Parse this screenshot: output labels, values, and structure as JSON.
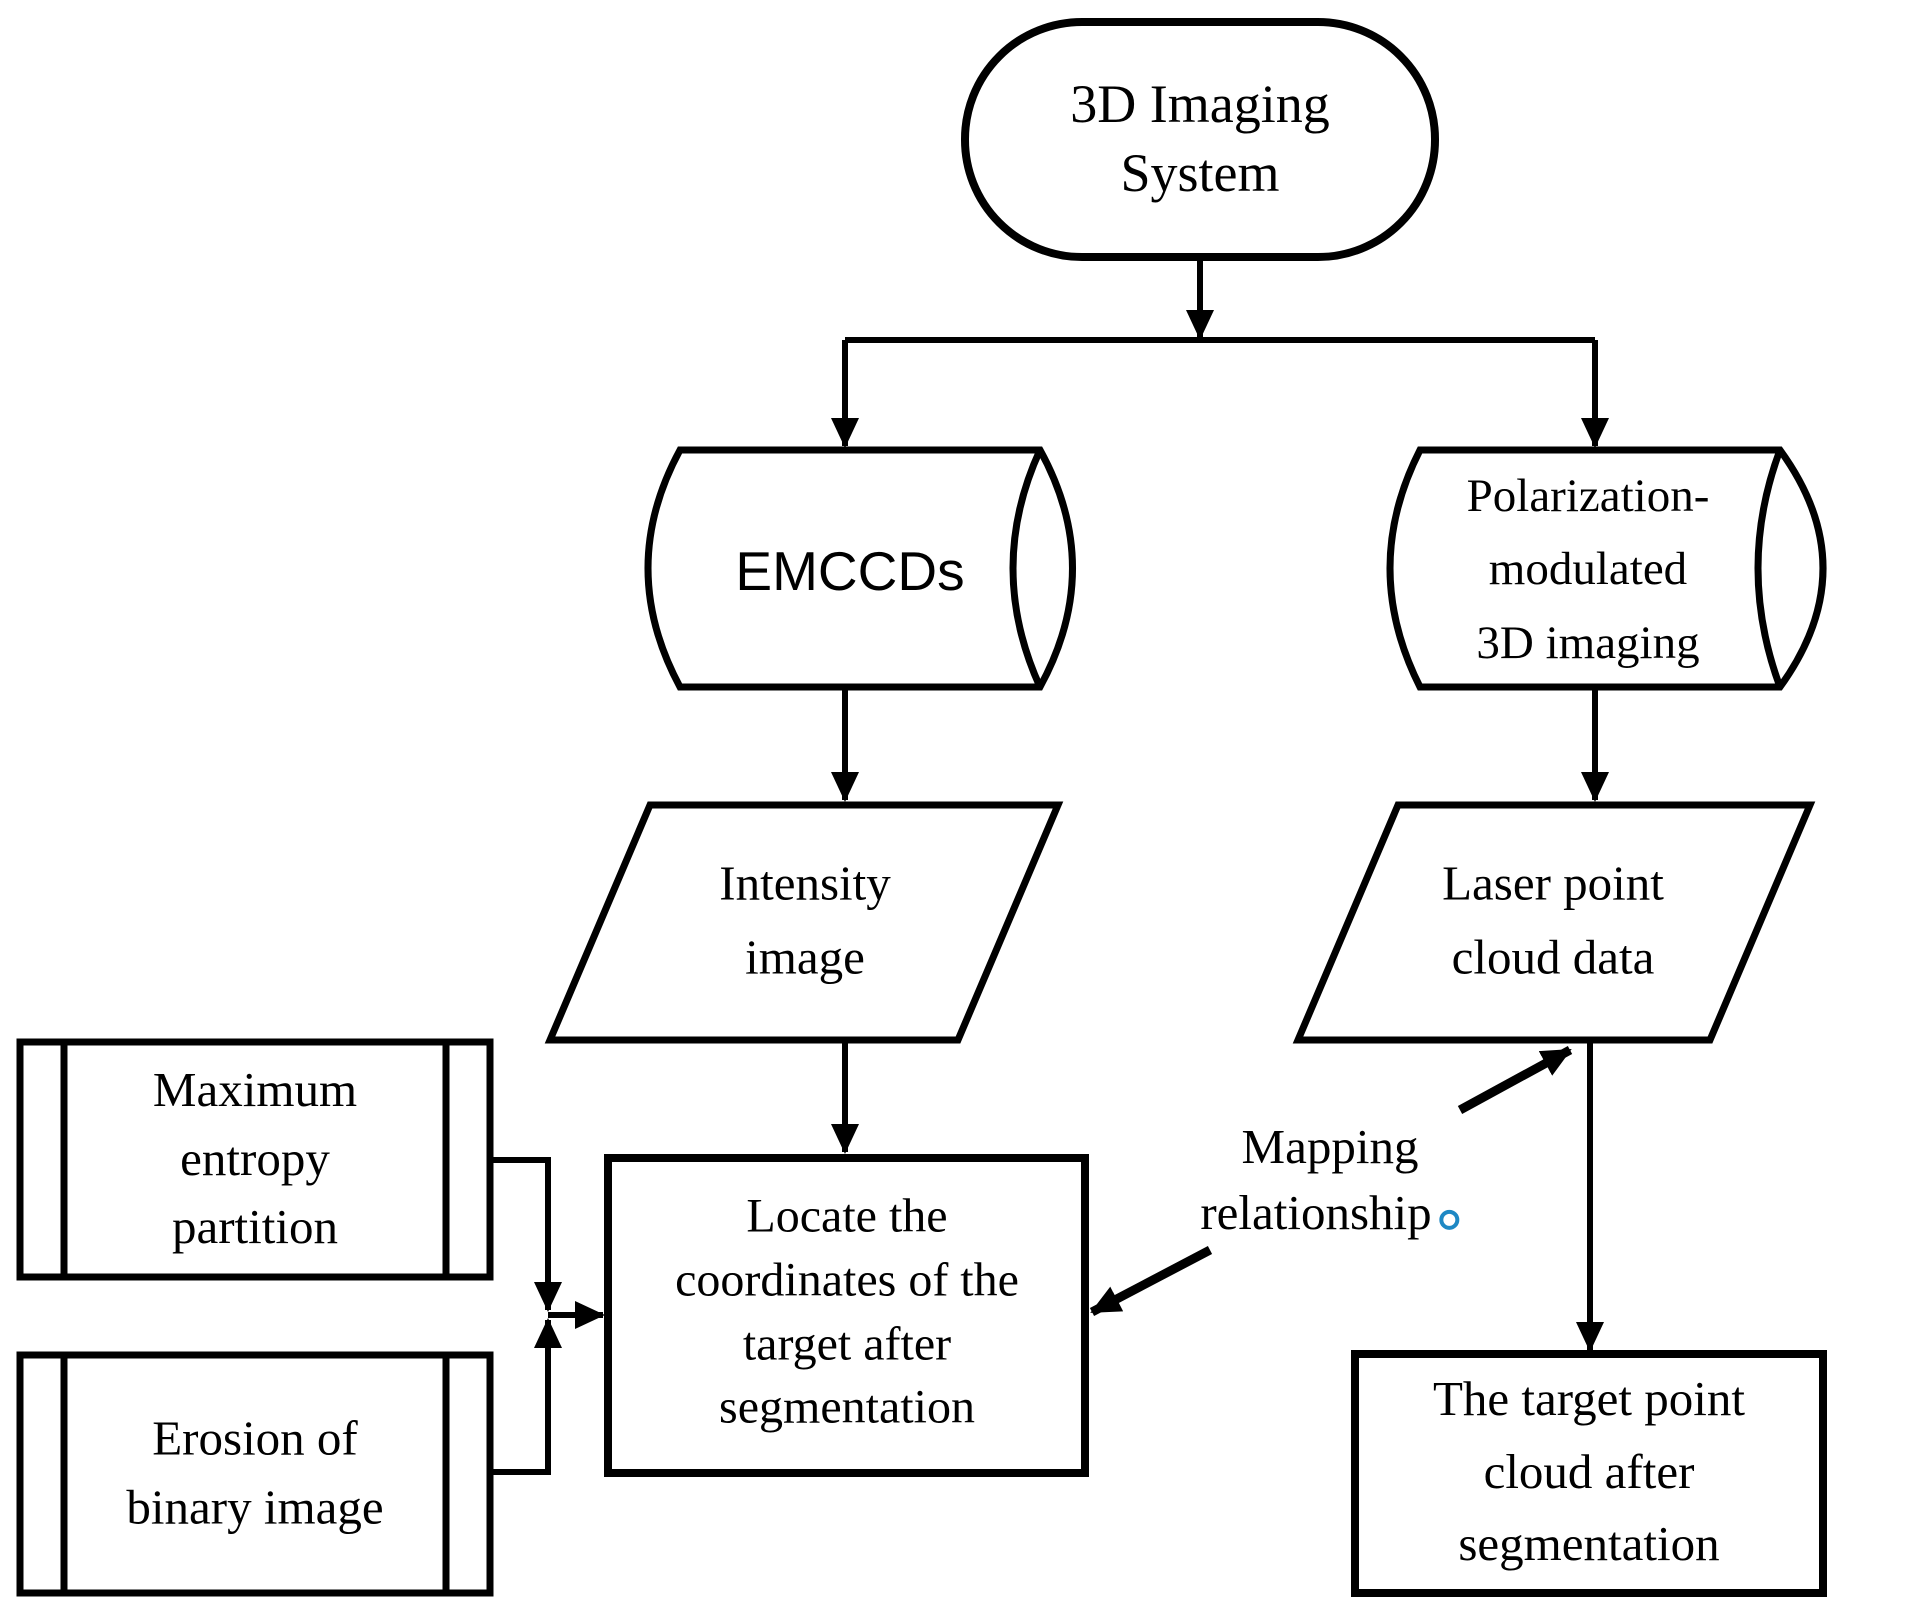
{
  "diagram": {
    "background": "#ffffff",
    "line_color": "#000000",
    "nodes": {
      "system": {
        "label": "3D Imaging\nSystem",
        "shape": "stadium"
      },
      "emccds": {
        "label": "EMCCDs",
        "shape": "horizontal-cylinder"
      },
      "polarization": {
        "label": "Polarization-\nmodulated\n3D imaging",
        "shape": "horizontal-cylinder"
      },
      "intensity": {
        "label": "Intensity\nimage",
        "shape": "parallelogram"
      },
      "laser": {
        "label": "Laser point\ncloud data",
        "shape": "parallelogram"
      },
      "locate": {
        "label": "Locate the\ncoordinates of the\ntarget after\nsegmentation",
        "shape": "rectangle"
      },
      "max_entropy": {
        "label": "Maximum\nentropy\npartition",
        "shape": "predefined-process"
      },
      "erosion": {
        "label": "Erosion of\nbinary image",
        "shape": "predefined-process"
      },
      "target_cloud": {
        "label": "The target point\ncloud after\nsegmentation",
        "shape": "rectangle"
      }
    },
    "annotation": {
      "label": "Mapping\nrelationship",
      "period_symbol": "。",
      "period_color": "#1e88c4"
    },
    "edges": [
      {
        "from": "system",
        "to": "emccds",
        "style": "elbow-arrow"
      },
      {
        "from": "system",
        "to": "polarization",
        "style": "elbow-arrow"
      },
      {
        "from": "emccds",
        "to": "intensity",
        "style": "arrow"
      },
      {
        "from": "polarization",
        "to": "laser",
        "style": "arrow"
      },
      {
        "from": "intensity",
        "to": "locate",
        "style": "arrow"
      },
      {
        "from": "laser",
        "to": "target_cloud",
        "style": "arrow"
      },
      {
        "from": "max_entropy",
        "to": "locate",
        "style": "elbow-arrow"
      },
      {
        "from": "erosion",
        "to": "locate",
        "style": "elbow-arrow"
      },
      {
        "from": "annotation",
        "to": "laser",
        "style": "diagonal-arrow"
      },
      {
        "from": "annotation",
        "to": "locate",
        "style": "diagonal-arrow"
      }
    ]
  }
}
